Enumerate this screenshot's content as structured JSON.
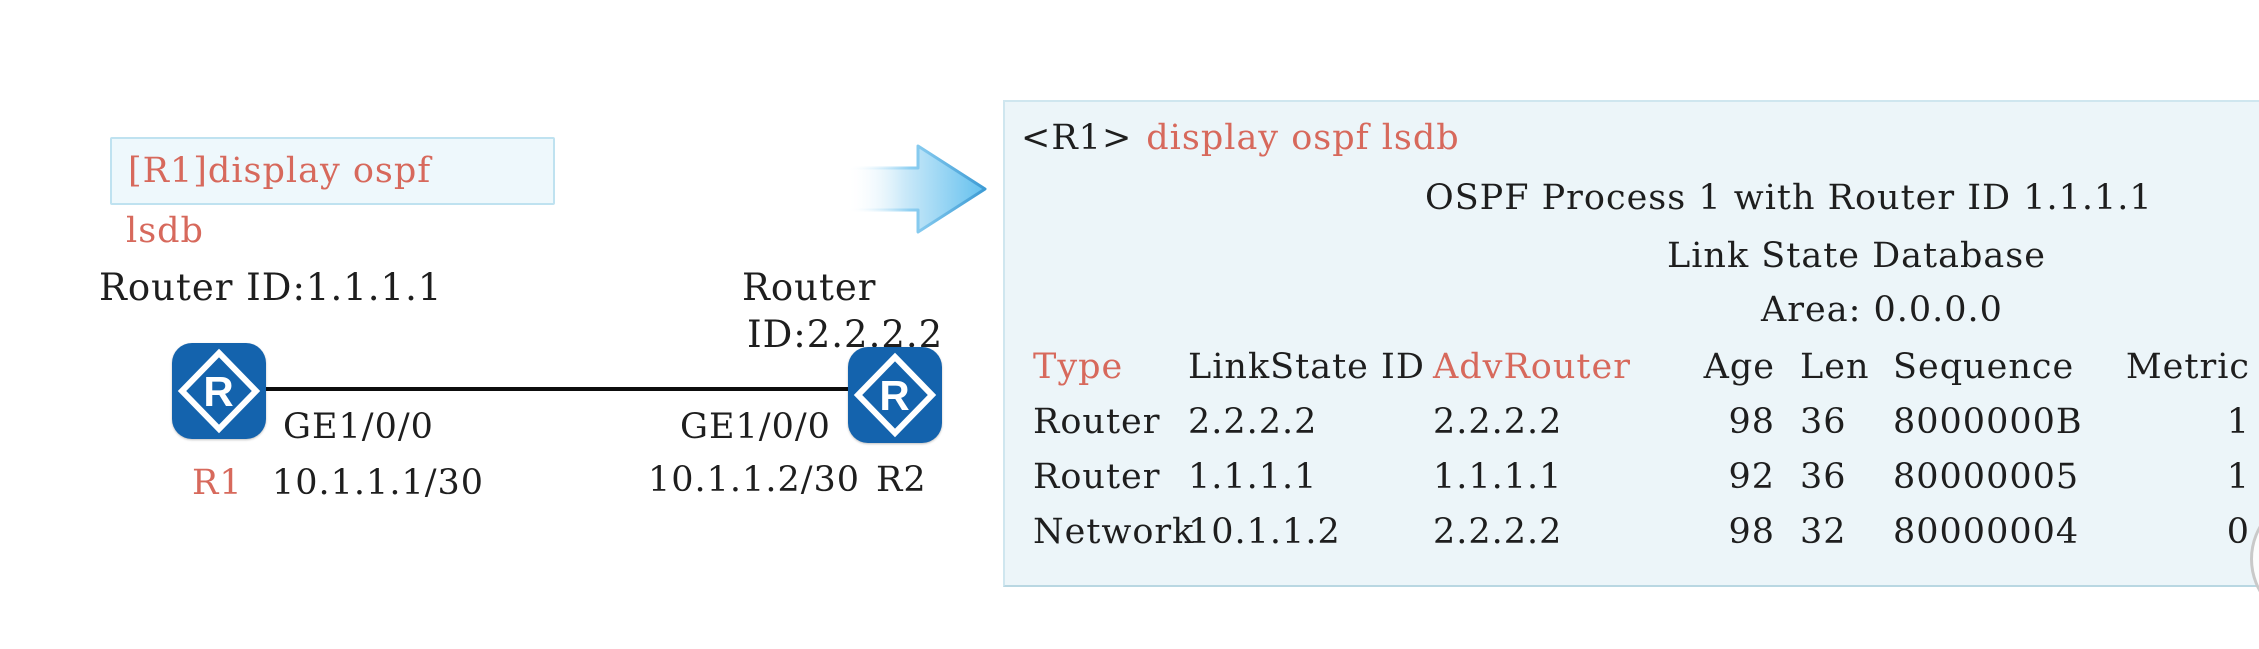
{
  "colors": {
    "accent_red": "#d7695c",
    "text_black": "#1e1e1e",
    "panel_bg": "#ecf5f9",
    "panel_border": "#cfe6ef",
    "command_box_bg": "#eef8fc",
    "command_box_border": "#bfe2f0",
    "router_icon_blue": "#1463ad",
    "arrow_blue": "#63c0ee"
  },
  "icons": {
    "router_glyph": "R"
  },
  "diagram": {
    "command_box": {
      "line1": "[R1]display ospf",
      "line2": "lsdb"
    },
    "r1": {
      "router_id_label": "Router ID:1.1.1.1",
      "name": "R1",
      "interface": "GE1/0/0",
      "ip": "10.1.1.1/30"
    },
    "r2": {
      "router_id_line1": "Router",
      "router_id_line2": "ID:2.2.2.2",
      "name": "R2",
      "interface": "GE1/0/0",
      "ip": "10.1.1.2/30"
    }
  },
  "terminal": {
    "prompt": "<R1>",
    "command": "display ospf lsdb",
    "info_lines": [
      "OSPF Process 1 with Router ID 1.1.1.1",
      "Link State Database",
      "Area: 0.0.0.0"
    ],
    "table": {
      "headers": [
        "Type",
        "LinkState ID",
        "AdvRouter",
        "Age",
        "Len",
        "Sequence",
        "Metric"
      ],
      "rows": [
        [
          "Router",
          "2.2.2.2",
          "2.2.2.2",
          "98",
          "36",
          "8000000B",
          "1"
        ],
        [
          "Router",
          "1.1.1.1",
          "1.1.1.1",
          "92",
          "36",
          "80000005",
          "1"
        ],
        [
          "Network",
          "10.1.1.2",
          "2.2.2.2",
          "98",
          "32",
          "80000004",
          "0"
        ]
      ]
    }
  }
}
